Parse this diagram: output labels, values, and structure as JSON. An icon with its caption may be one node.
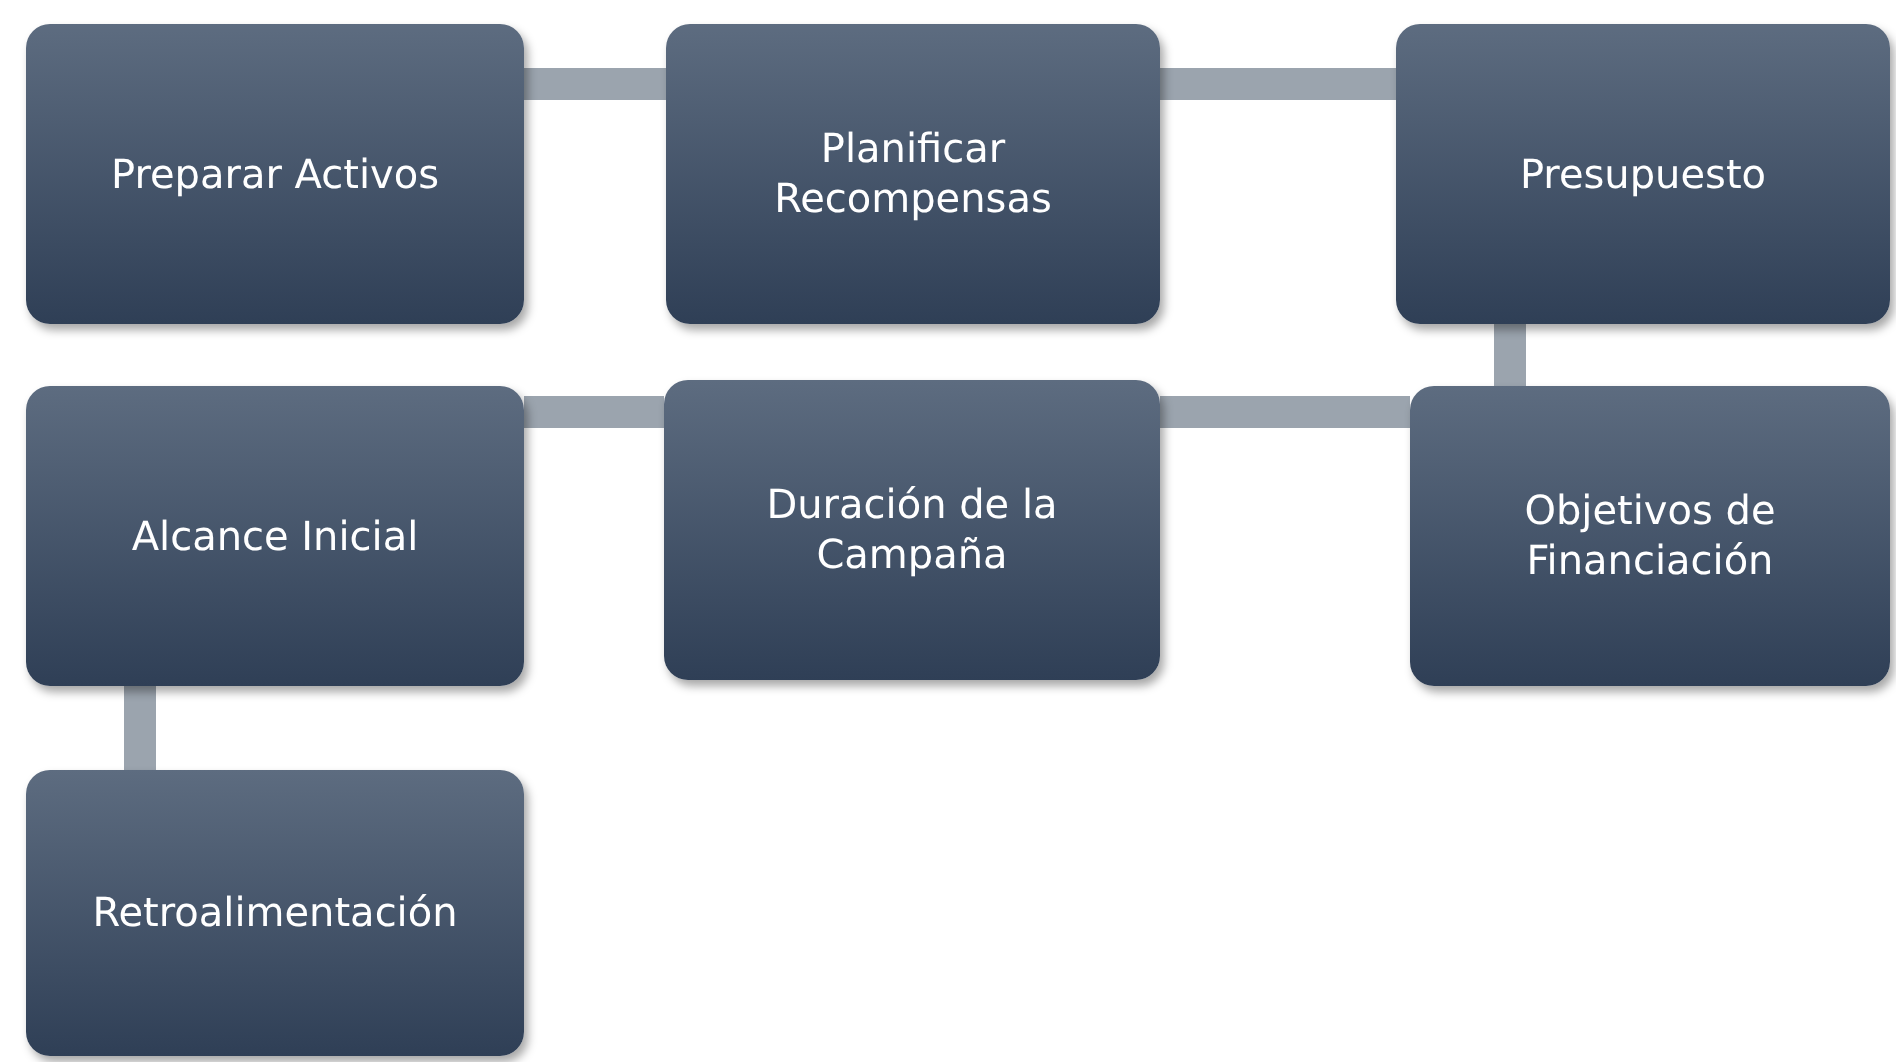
{
  "diagram": {
    "nodes": [
      {
        "text": [
          "Preparar Activos"
        ]
      },
      {
        "text": [
          "Planificar Recompensas"
        ]
      },
      {
        "text": [
          "Presupuesto"
        ]
      },
      {
        "text": [
          "Alcance Inicial"
        ]
      },
      {
        "text": [
          "Duración de la Campaña"
        ]
      },
      {
        "text": [
          "Objetivos de Financiación"
        ]
      },
      {
        "text": [
          "Retroalimentación"
        ]
      }
    ],
    "edges": [
      {
        "from": 0,
        "to": 1,
        "arrow": "none"
      },
      {
        "from": 1,
        "to": 2,
        "arrow": "none"
      },
      {
        "from": 2,
        "to": 5,
        "arrow": "none"
      },
      {
        "from": 5,
        "to": 4,
        "arrow": "none"
      },
      {
        "from": 4,
        "to": 3,
        "arrow": "none"
      },
      {
        "from": 3,
        "to": 6,
        "arrow": "none"
      }
    ]
  }
}
